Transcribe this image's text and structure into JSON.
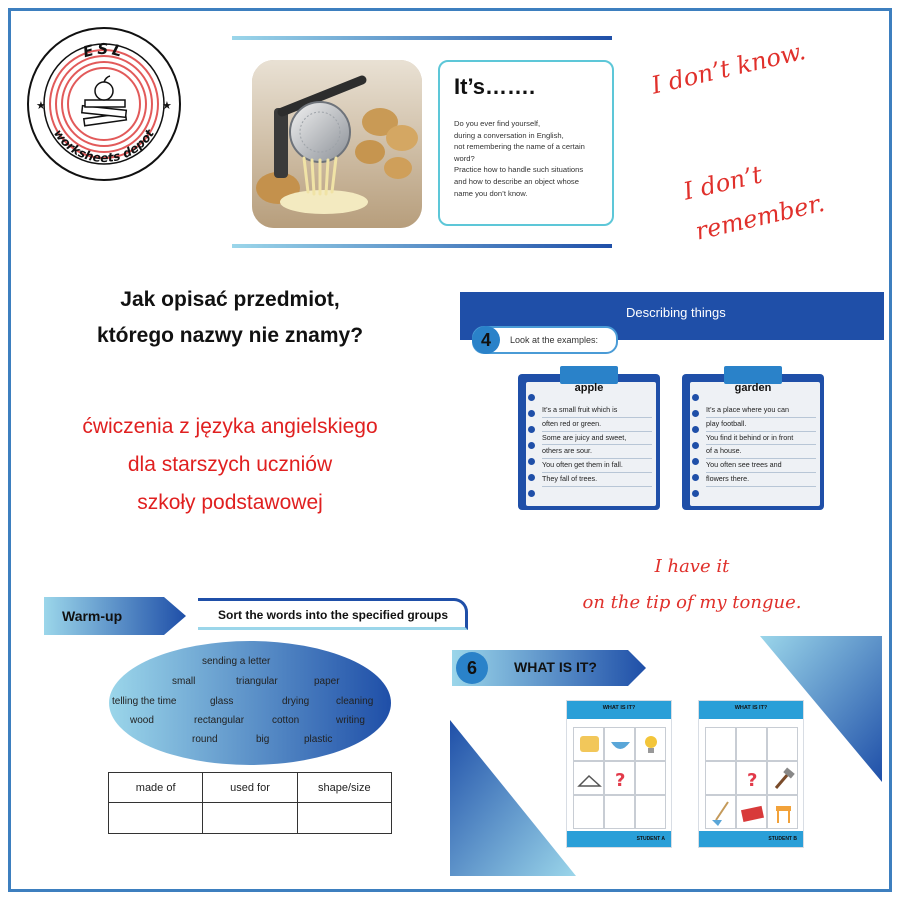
{
  "logo": {
    "top_text": "ESL",
    "bottom_text": "worksheets depot",
    "colors": {
      "ring": "#e25a5a",
      "ink": "#111111"
    },
    "icon": "apple-on-books-icon"
  },
  "top_slide": {
    "heading": "It’s…….",
    "paragraph": [
      "Do you ever find yourself,",
      "during a conversation in English,",
      "not remembering the name of a certain",
      "word?",
      "Practice how to handle such situations",
      "and how to describe an object whose",
      "name you don’t know."
    ],
    "image": "potato-ricer-photo"
  },
  "handwritten": {
    "dont_know": "I don’t know.",
    "dont_remember_1": "I don’t",
    "dont_remember_2": "remember.",
    "tip_1": "I have it",
    "tip_2": "on the tip of my tongue."
  },
  "polish": {
    "question_1": "Jak opisać przedmiot,",
    "question_2": "którego nazwy nie znamy?",
    "line_1": "ćwiczenia z języka angielskiego",
    "line_2": "dla starszych uczniów",
    "line_3": "szkoły podstawowej"
  },
  "describing": {
    "title": "Describing things",
    "step_number": "4",
    "instruction": "Look at the examples:",
    "cards": [
      {
        "title": "apple",
        "lines": [
          "It’s a small fruit which is",
          "often red or green.",
          "Some are juicy and sweet,",
          "others are sour.",
          "You often get them in fall.",
          "They fall of trees."
        ]
      },
      {
        "title": "garden",
        "lines": [
          "It’s a place where you can",
          "play football.",
          "You find it behind or in front",
          "of a house.",
          "You often see trees and",
          "flowers there."
        ]
      }
    ]
  },
  "warmup": {
    "label": "Warm-up",
    "task": "Sort the words into the specified groups",
    "words": [
      "sending a letter",
      "small",
      "triangular",
      "paper",
      "telling the time",
      "glass",
      "drying",
      "cleaning",
      "wood",
      "rectangular",
      "cotton",
      "writing",
      "round",
      "big",
      "plastic"
    ],
    "table_headers": [
      "made of",
      "used for",
      "shape/size"
    ],
    "colors": {
      "ellipse_start": "#9bd6ea",
      "ellipse_end": "#1f4fa8"
    }
  },
  "whatisit": {
    "number": "6",
    "title": "WHAT IS IT?",
    "worksheets": [
      {
        "header": "WHAT IS IT?",
        "footer": "STUDENT A"
      },
      {
        "header": "WHAT IS IT?",
        "footer": "STUDENT B"
      }
    ]
  }
}
